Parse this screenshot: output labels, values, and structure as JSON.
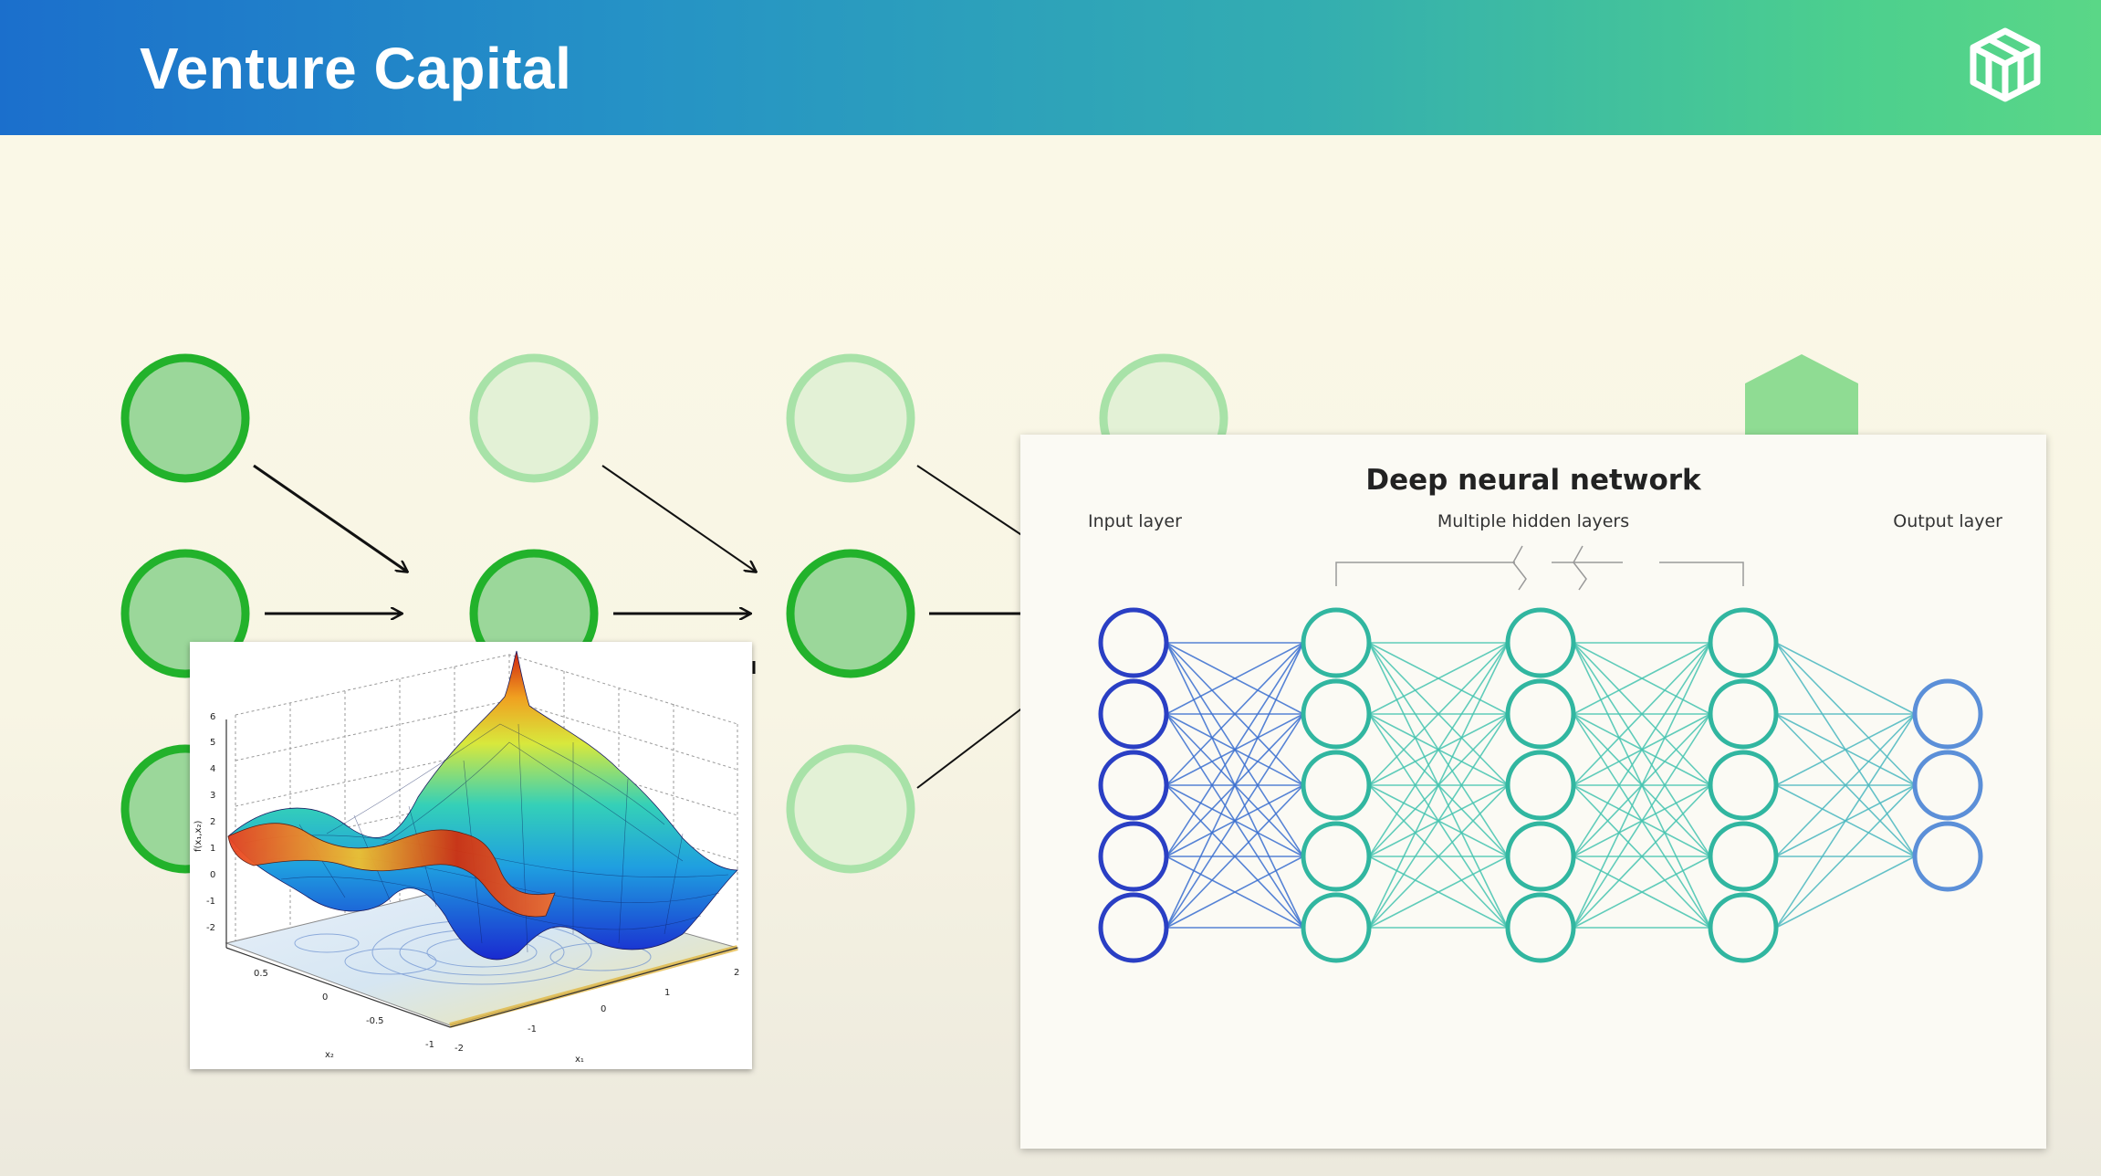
{
  "header": {
    "title": "Venture Capital",
    "logo_icon": "cube-logo-icon",
    "gradient": [
      "#1b6fcc",
      "#2592c6",
      "#33adb1",
      "#4ccf8e",
      "#5ad787"
    ]
  },
  "background_diagram": {
    "node_fill_active": "#9bd79a",
    "node_stroke_active": "#22b22b",
    "node_fill_faded": "#e3f1d6",
    "node_stroke_faded": "#a8e2a8",
    "arrow_color": "#111111"
  },
  "surface_plot": {
    "z_ticks": [
      "6",
      "5",
      "4",
      "3",
      "2",
      "1",
      "0",
      "-1",
      "-2"
    ],
    "x2_ticks": [
      "0.5",
      "0",
      "-0.5",
      "-1"
    ],
    "x1_ticks": [
      "-2",
      "-1",
      "0",
      "1",
      "2"
    ],
    "z_label": "f(x₁,x₂)",
    "x2_label": "x₂",
    "x1_label": "x₁"
  },
  "dnn": {
    "title": "Deep neural network",
    "input_label": "Input layer",
    "hidden_label": "Multiple hidden layers",
    "output_label": "Output layer",
    "input_color": "#2a3fc4",
    "hidden_color": "#31b6a0",
    "output_color": "#5b8fd8",
    "layer_sizes": [
      5,
      5,
      5,
      5,
      3
    ]
  }
}
